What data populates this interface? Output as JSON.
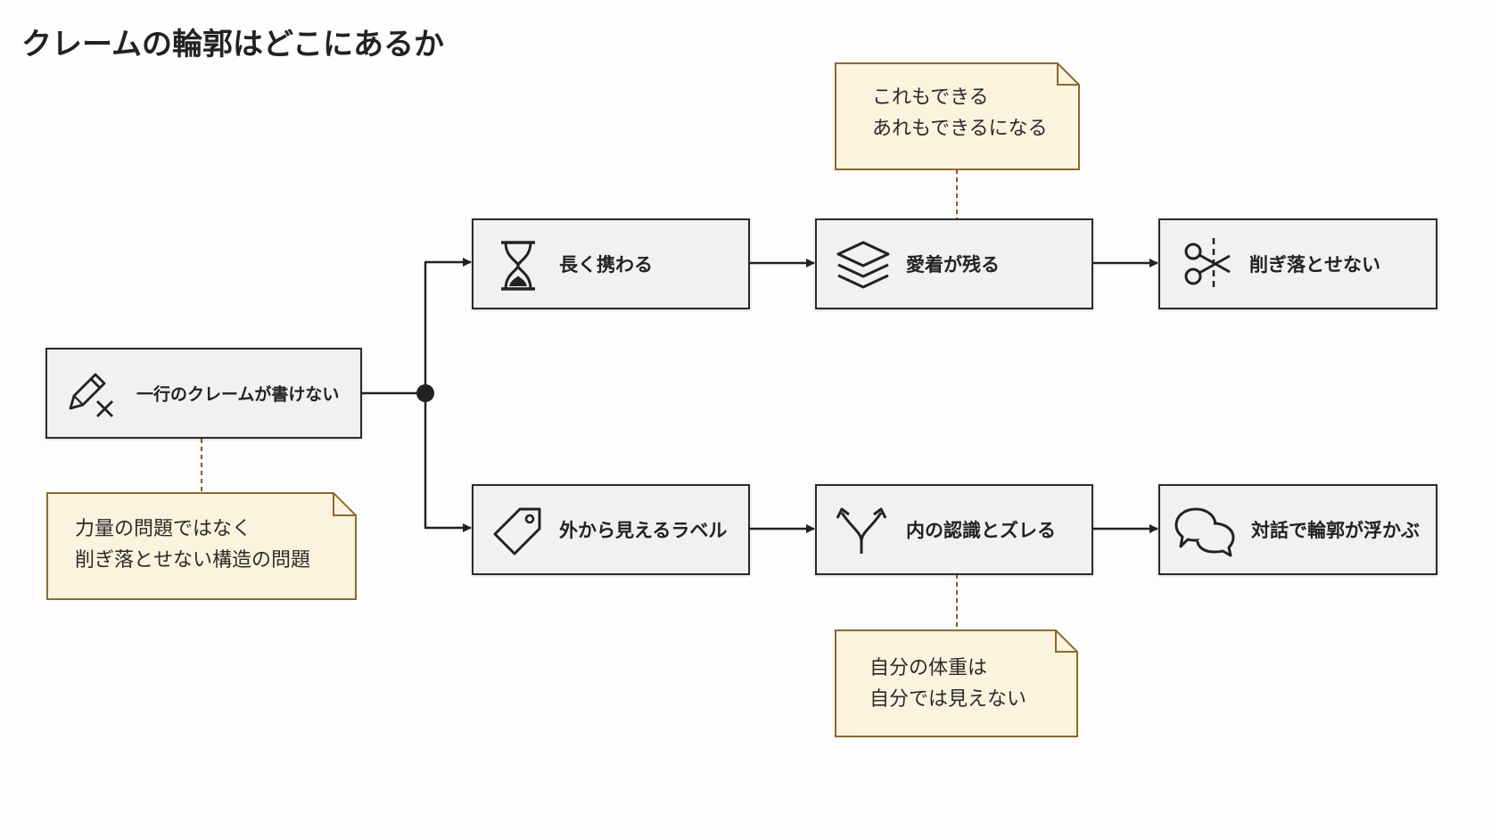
{
  "title": "クレームの輪郭はどこにあるか",
  "nodes": {
    "start": {
      "label": "一行のクレームが書けない",
      "icon": "pencil-x-icon"
    },
    "top1": {
      "label": "長く携わる",
      "icon": "hourglass-icon"
    },
    "top2": {
      "label": "愛着が残る",
      "icon": "layers-icon"
    },
    "top3": {
      "label": "削ぎ落とせない",
      "icon": "scissors-icon"
    },
    "bottom1": {
      "label": "外から見えるラベル",
      "icon": "tag-icon"
    },
    "bottom2": {
      "label": "内の認識とズレる",
      "icon": "diverging-arrows-icon"
    },
    "bottom3": {
      "label": "対話で輪郭が浮かぶ",
      "icon": "chat-bubbles-icon"
    }
  },
  "notes": {
    "left": {
      "line1": "力量の問題ではなく",
      "line2": "削ぎ落とせない構造の問題"
    },
    "top": {
      "line1": "これもできる",
      "line2": "あれもできるになる"
    },
    "bottom": {
      "line1": "自分の体重は",
      "line2": "自分では見えない"
    }
  },
  "colors": {
    "box_fill": "#f1f1f1",
    "box_border": "#2b2b2b",
    "note_fill": "#fbf3de",
    "note_border": "#8a6a30",
    "connector": "#222222"
  }
}
